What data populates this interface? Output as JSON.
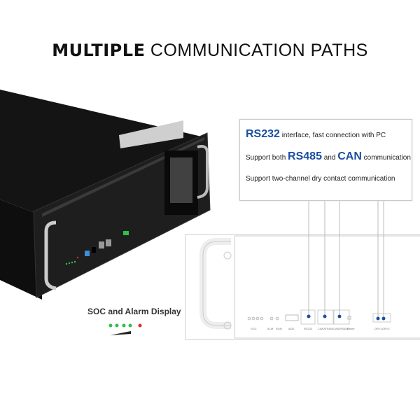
{
  "title": {
    "bold": "MULTIPLE",
    "light": "COMMUNICATION PATHS"
  },
  "callout": {
    "line1": {
      "highlight": "RS232",
      "text": "interface, fast connection with PC"
    },
    "line2": {
      "prefix": "Support both",
      "highlight1": "RS485",
      "mid": "and",
      "highlight2": "CAN",
      "suffix": "communication"
    },
    "line3": {
      "text": "Support two-channel dry contact communication"
    }
  },
  "soc_display": {
    "label": "SOC and Alarm Display",
    "green_leds": 4,
    "red_leds": 1
  },
  "panel_labels": [
    "SOC",
    "ALM",
    "RUN",
    "ADD",
    "RS232",
    "CAN/RS485",
    "CAN/RS485",
    "Reset",
    "DRY1",
    "DRY2"
  ],
  "colors": {
    "accent": "#1b4fa0",
    "led_green": "#2fbf4a",
    "led_red": "#e02a2a",
    "chassis": "#1c1c1c"
  }
}
